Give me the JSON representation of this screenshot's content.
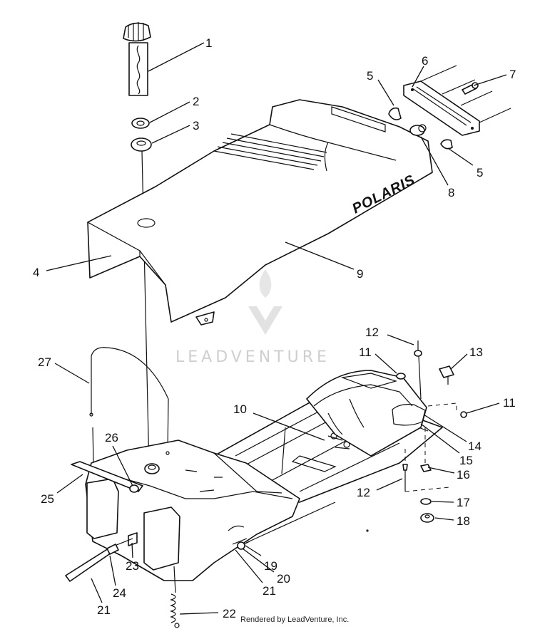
{
  "diagram": {
    "brand_text": "POLARIS",
    "watermark_text": "LEADVENTURE",
    "footer": "Rendered by LeadVenture, Inc.",
    "callouts": {
      "c1": "1",
      "c2": "2",
      "c3": "3",
      "c4": "4",
      "c5a": "5",
      "c5b": "5",
      "c6": "6",
      "c7": "7",
      "c8": "8",
      "c9": "9",
      "c10": "10",
      "c11a": "11",
      "c11b": "11",
      "c12a": "12",
      "c12b": "12",
      "c13": "13",
      "c14": "14",
      "c15": "15",
      "c16": "16",
      "c17": "17",
      "c18": "18",
      "c19": "19",
      "c20": "20",
      "c21a": "21",
      "c21b": "21",
      "c22": "22",
      "c23": "23",
      "c24": "24",
      "c25": "25",
      "c26": "26",
      "c27": "27"
    }
  }
}
